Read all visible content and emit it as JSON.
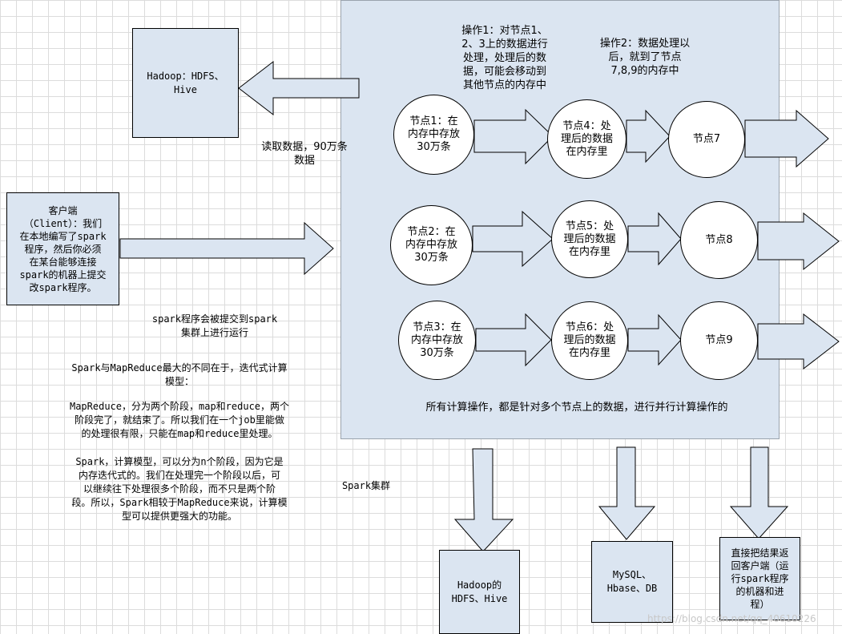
{
  "nodes": {
    "hadoop_hdfs_hive": "Hadoop：HDFS、\nHive",
    "client": "客户端\n（Client）：我们\n在本地编写了spark\n程序，然后你必须\n在某台能够连接\nspark的机器上提交\n改spark程序。",
    "node1": "节点1：在\n内存中存放\n30万条",
    "node2": "节点2：在\n内存中存放\n30万条",
    "node3": "节点3：在\n内存中存放\n30万条",
    "node4": "节点4：处\n理后的数据\n在内存里",
    "node5": "节点5：处\n理后的数据\n在内存里",
    "node6": "节点6：处\n理后的数据\n在内存里",
    "node7": "节点7",
    "node8": "节点8",
    "node9": "节点9",
    "out_hadoop": "Hadoop的\nHDFS、Hive",
    "out_mysql": "MySQL、\nHbase、DB",
    "out_client": "直接把结果返\n回客户端（运\n行spark程序\n的机器和进\n程）"
  },
  "labels": {
    "op1": "操作1：对节点1、\n2、3上的数据进行\n处理，处理后的数\n据，可能会移动到\n其他节点的内存中",
    "op2": "操作2：数据处理以\n后，就到了节点\n7,8,9的内存中",
    "read_data": "读取数据，90万条\n数据",
    "submit": "spark程序会被提交到spark\n集群上进行运行",
    "all_ops": "所有计算操作，都是针对多个节点上的数据，进行并行计算操作的",
    "cluster_name": "Spark集群",
    "note_diff": "Spark与MapReduce最大的不同在于，迭代式计算\n模型：",
    "note_mr": "MapReduce，分为两个阶段，map和reduce，两个\n阶段完了，就结束了。所以我们在一个job里能做\n的处理很有限，只能在map和reduce里处理。",
    "note_spark": "Spark，计算模型，可以分为n个阶段，因为它是\n内存迭代式的。我们在处理完一个阶段以后，可\n以继续往下处理很多个阶段，而不只是两个阶\n段。所以，Spark相较于MapReduce来说，计算模\n型可以提供更强大的功能。",
    "watermark": "https://blog.csdn.net/qq_40610226"
  },
  "colors": {
    "box_fill": "#dbe5f1",
    "arrow_fill": "#dbe5f1",
    "stroke": "#000000"
  }
}
